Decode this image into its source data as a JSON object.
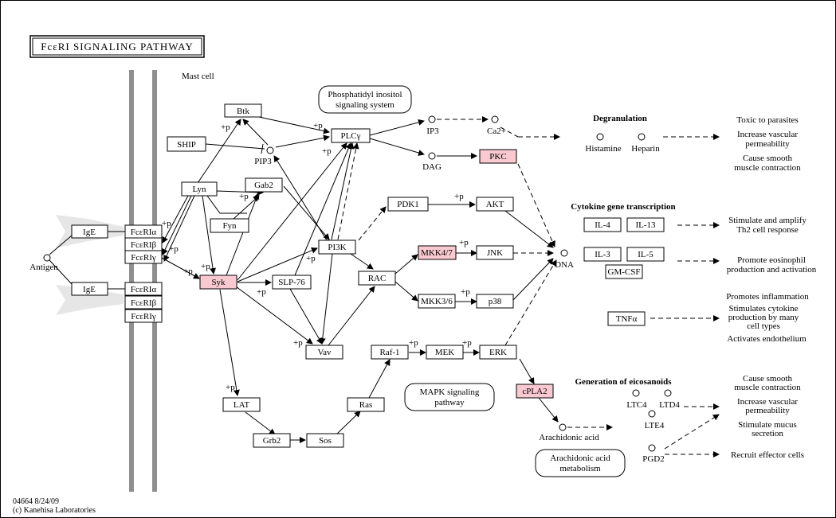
{
  "title": "FcεRI SIGNALING PATHWAY",
  "cell_label": "Mast cell",
  "footer": {
    "id_date": "04664 8/24/09",
    "credit": "(c) Kanehisa Laboratories"
  },
  "section_headings": {
    "degranulation": "Degranulation",
    "cytokine": "Cytokine gene transcription",
    "eicosanoids": "Generation of eicosanoids"
  },
  "colors": {
    "highlight": "#f9c8d0",
    "membrane": "#8f8f8f",
    "line": "#000000"
  },
  "nodes": {
    "ige1": "IgE",
    "ige2": "IgE",
    "fceria1": "FcεRIα",
    "fcerib1": "FcεRIβ",
    "fcerig1": "FcεRIγ",
    "fceria2": "FcεRIα",
    "fcerib2": "FcεRIβ",
    "fcerig2": "FcεRIγ",
    "btk": "Btk",
    "ship": "SHIP",
    "lyn": "Lyn",
    "fyn": "Fyn",
    "gab2": "Gab2",
    "syk": "Syk",
    "slp76": "SLP-76",
    "vav": "Vav",
    "lat": "LAT",
    "grb2": "Grb2",
    "sos": "Sos",
    "ras": "Ras",
    "raf1": "Raf-1",
    "mek": "MEK",
    "erk": "ERK",
    "cpla2": "cPLA2",
    "pi3k": "PI3K",
    "rac": "RAC",
    "pdk1": "PDK1",
    "akt": "AKT",
    "mkk47": "MKK4/7",
    "jnk": "JNK",
    "mkk36": "MKK3/6",
    "p38": "p38",
    "plcg": "PLCγ",
    "pkc": "PKC",
    "il4": "IL-4",
    "il13": "IL-13",
    "il3": "IL-3",
    "il5": "IL-5",
    "gmcsf": "GM-CSF",
    "tnfa": "TNFα"
  },
  "pathway_links": {
    "pis": [
      "Phosphatidyl inositol",
      "signaling system"
    ],
    "mapk": [
      "MAPK signaling",
      "pathway"
    ],
    "arach": [
      "Arachidonic acid",
      "metabolism"
    ]
  },
  "compounds": {
    "antigen": "Antigen",
    "pip3": "PIP3",
    "ip3": "IP3",
    "ca": "Ca2+",
    "dag": "DAG",
    "dna": "DNA",
    "histamine": "Histamine",
    "heparin": "Heparin",
    "arachidonic": "Arachidonic acid",
    "ltc4": "LTC4",
    "ltd4": "LTD4",
    "lte4": "LTE4",
    "pgd2": "PGD2"
  },
  "phospho": "+p",
  "outcomes": {
    "toxic": "Toxic to parasites",
    "vascular1": [
      "Increase vascular",
      "permeability"
    ],
    "smooth1": [
      "Cause smooth",
      "muscle contraction"
    ],
    "th2": [
      "Stimulate and amplify",
      "Th2 cell response"
    ],
    "eosin": [
      "Promote eosinophil",
      "production and activation"
    ],
    "inflam": "Promotes inflammation",
    "cytokine": [
      "Stimulates cytokine",
      "production by many",
      "cell types"
    ],
    "endothelium": "Activates endothelium",
    "smooth2": [
      "Cause smooth",
      "muscle contraction"
    ],
    "vascular2": [
      "Increase vascular",
      "permeability"
    ],
    "mucus": [
      "Stimulate mucus",
      "secretion"
    ],
    "effector": "Recruit effector cells"
  }
}
